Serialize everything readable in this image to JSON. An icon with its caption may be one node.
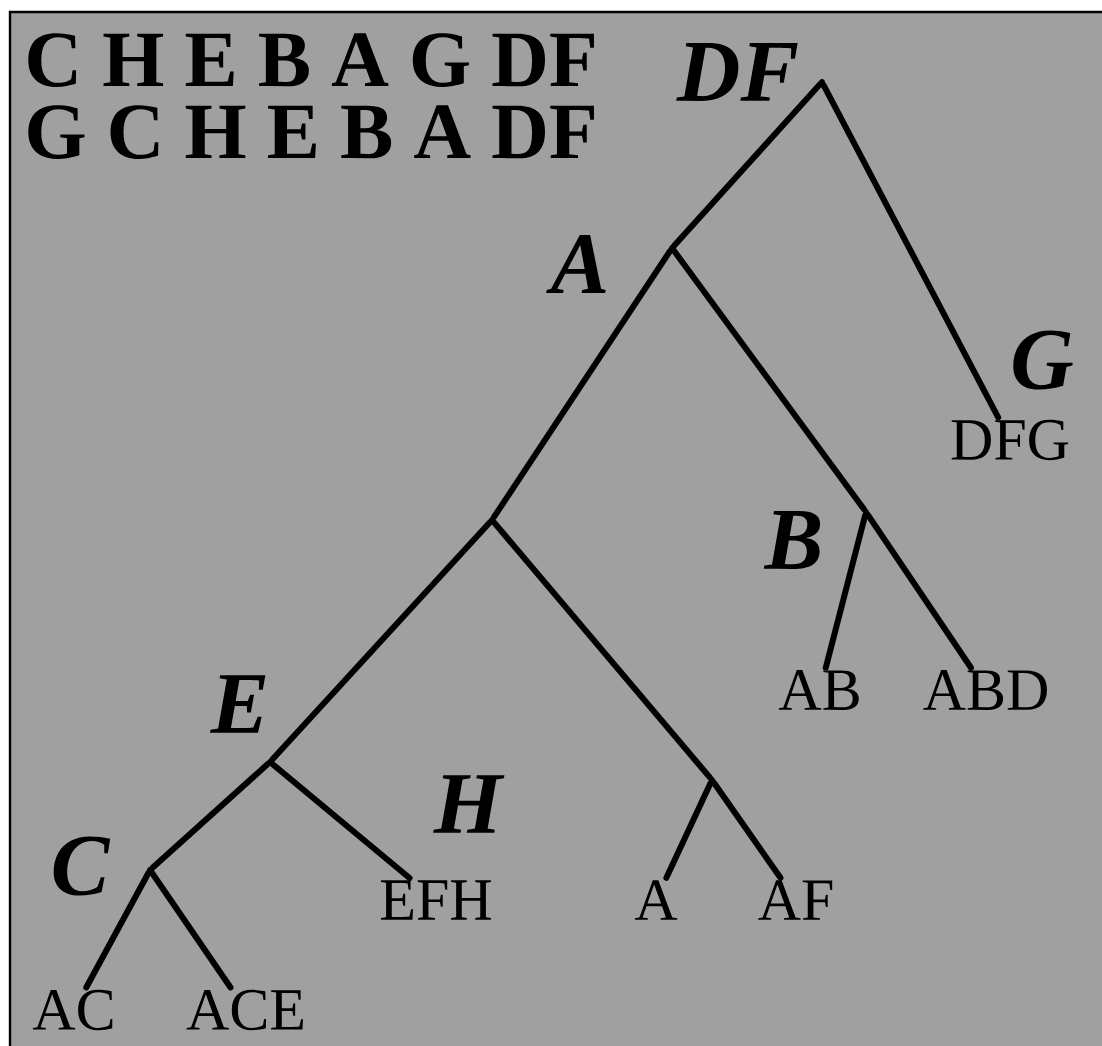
{
  "diagram": {
    "nodes": [
      {
        "text": [],
        "shape": "point",
        "beside": [
          "DF"
        ]
      },
      {
        "text": [],
        "shape": "point",
        "beside": [
          "A"
        ]
      },
      {
        "text": [
          "DFG"
        ],
        "beside": [
          "G"
        ]
      },
      {
        "text": [],
        "shape": "point"
      },
      {
        "text": [],
        "shape": "point",
        "beside": [
          "B"
        ]
      },
      {
        "text": [
          "AB"
        ]
      },
      {
        "text": [
          "ABD"
        ]
      },
      {
        "text": [],
        "shape": "point",
        "beside": [
          "E"
        ]
      },
      {
        "text": [],
        "shape": "point"
      },
      {
        "text": [],
        "shape": "point",
        "beside": [
          "C"
        ]
      },
      {
        "text": [
          "EFH"
        ],
        "beside": [
          "H"
        ]
      },
      {
        "text": [
          "A"
        ]
      },
      {
        "text": [
          "AF"
        ]
      },
      {
        "text": [
          "AC"
        ]
      },
      {
        "text": [
          "ACE"
        ]
      }
    ],
    "edges": [
      {
        "from": 0,
        "to": 1,
        "arrow": "none"
      },
      {
        "from": 0,
        "to": 2,
        "arrow": "none"
      },
      {
        "from": 1,
        "to": 3,
        "arrow": "none"
      },
      {
        "from": 1,
        "to": 4,
        "arrow": "none"
      },
      {
        "from": 4,
        "to": 5,
        "arrow": "none"
      },
      {
        "from": 4,
        "to": 6,
        "arrow": "none"
      },
      {
        "from": 3,
        "to": 7,
        "arrow": "none"
      },
      {
        "from": 3,
        "to": 8,
        "arrow": "none"
      },
      {
        "from": 7,
        "to": 9,
        "arrow": "none"
      },
      {
        "from": 7,
        "to": 10,
        "arrow": "none"
      },
      {
        "from": 8,
        "to": 11,
        "arrow": "none"
      },
      {
        "from": 8,
        "to": 12,
        "arrow": "none"
      },
      {
        "from": 9,
        "to": 13,
        "arrow": "none"
      },
      {
        "from": 9,
        "to": 14,
        "arrow": "none"
      }
    ],
    "labels": [
      "C H E B A G DF",
      "G C H E B A DF"
    ]
  }
}
